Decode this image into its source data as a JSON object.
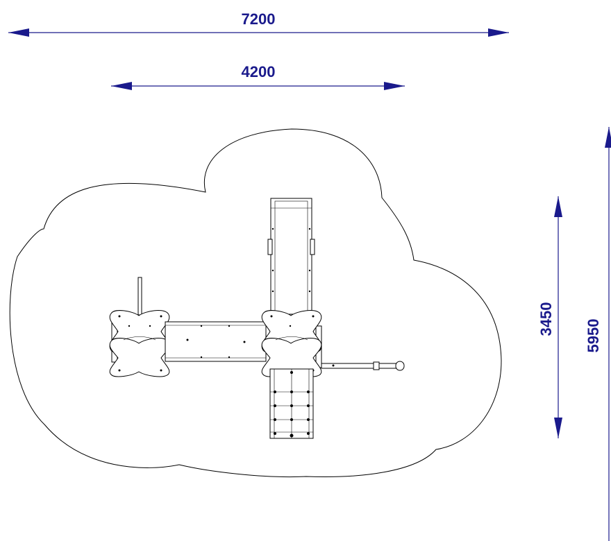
{
  "colors": {
    "dimension": "#1a1a8c",
    "linework": "#000000",
    "background": "#ffffff"
  },
  "dimensions": {
    "overall_width": "7200",
    "inner_width": "4200",
    "inner_depth": "3450",
    "overall_depth": "5950"
  }
}
